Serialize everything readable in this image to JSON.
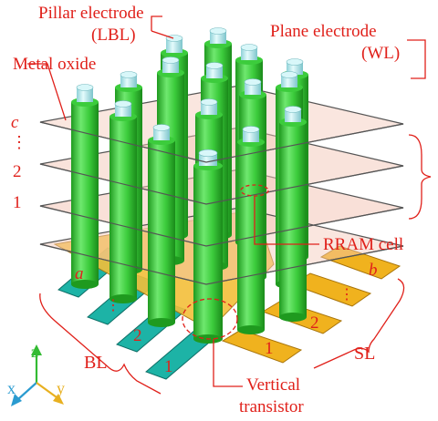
{
  "labels": {
    "pillar_electrode": "Pillar electrode",
    "pillar_electrode_sub": "(LBL)",
    "plane_electrode": "Plane electrode",
    "plane_electrode_sub": "(WL)",
    "metal_oxide": "Metal oxide",
    "rram_cell": "RRAM cell",
    "vertical_transistor_1": "Vertical",
    "vertical_transistor_2": "transistor",
    "bl": "BL",
    "sl": "SL",
    "layer_c": "c",
    "layer_dots": "⋮",
    "layer_2": "2",
    "layer_1": "1",
    "bl_a": "a",
    "bl_dots": "⋮",
    "bl_2": "2",
    "bl_1": "1",
    "sl_b": "b",
    "sl_dots": "⋮",
    "sl_2": "2",
    "sl_1": "1"
  },
  "axes": {
    "z": "z",
    "x": "x",
    "y": "y"
  },
  "colors": {
    "annotation": "#e0201a",
    "plane_fill": "#f4c7b8",
    "plane_edge": "#555555",
    "pillar_green": "#33cc33",
    "pillar_cap": "#bfeff2",
    "bl_teal": "#1db3a6",
    "sl_gold": "#f0b21e",
    "axis_z": "#33bb33",
    "axis_x": "#2a9bd0",
    "axis_y": "#e8b020"
  }
}
